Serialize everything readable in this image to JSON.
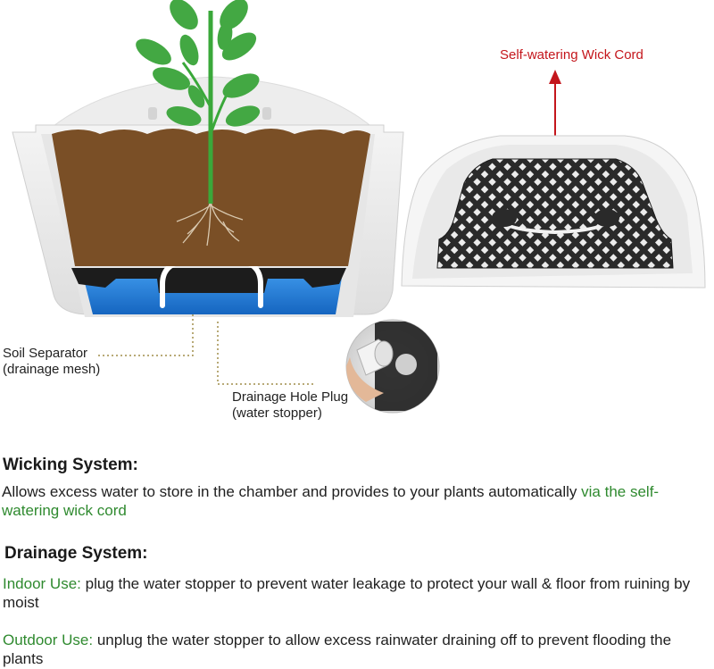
{
  "diagram": {
    "labels": {
      "wick_cord": "Self-watering Wick Cord",
      "soil_separator_line1": "Soil Separator",
      "soil_separator_line2": "(drainage mesh)",
      "drain_plug_line1": "Drainage Hole Plug",
      "drain_plug_line2": "(water stopper)"
    },
    "colors": {
      "soil": "#7a4f26",
      "water": "#1f7bd6",
      "pot": "#e9e9e9",
      "leaf": "#3aa83a",
      "wick_arrow": "#c4161c",
      "leader_line": "#a08d4a"
    }
  },
  "wicking": {
    "heading": "Wicking System:",
    "text_main": "Allows excess water to store in the chamber and provides to your plants automatically ",
    "text_green": "via the self-watering wick cord"
  },
  "drainage": {
    "heading": "Drainage System:",
    "indoor_label": "Indoor Use:",
    "indoor_text": " plug the water stopper to prevent water leakage to protect your wall & floor from ruining by moist",
    "outdoor_label": "Outdoor Use:",
    "outdoor_text": " unplug the water stopper to allow excess rainwater draining off to prevent flooding the plants"
  }
}
